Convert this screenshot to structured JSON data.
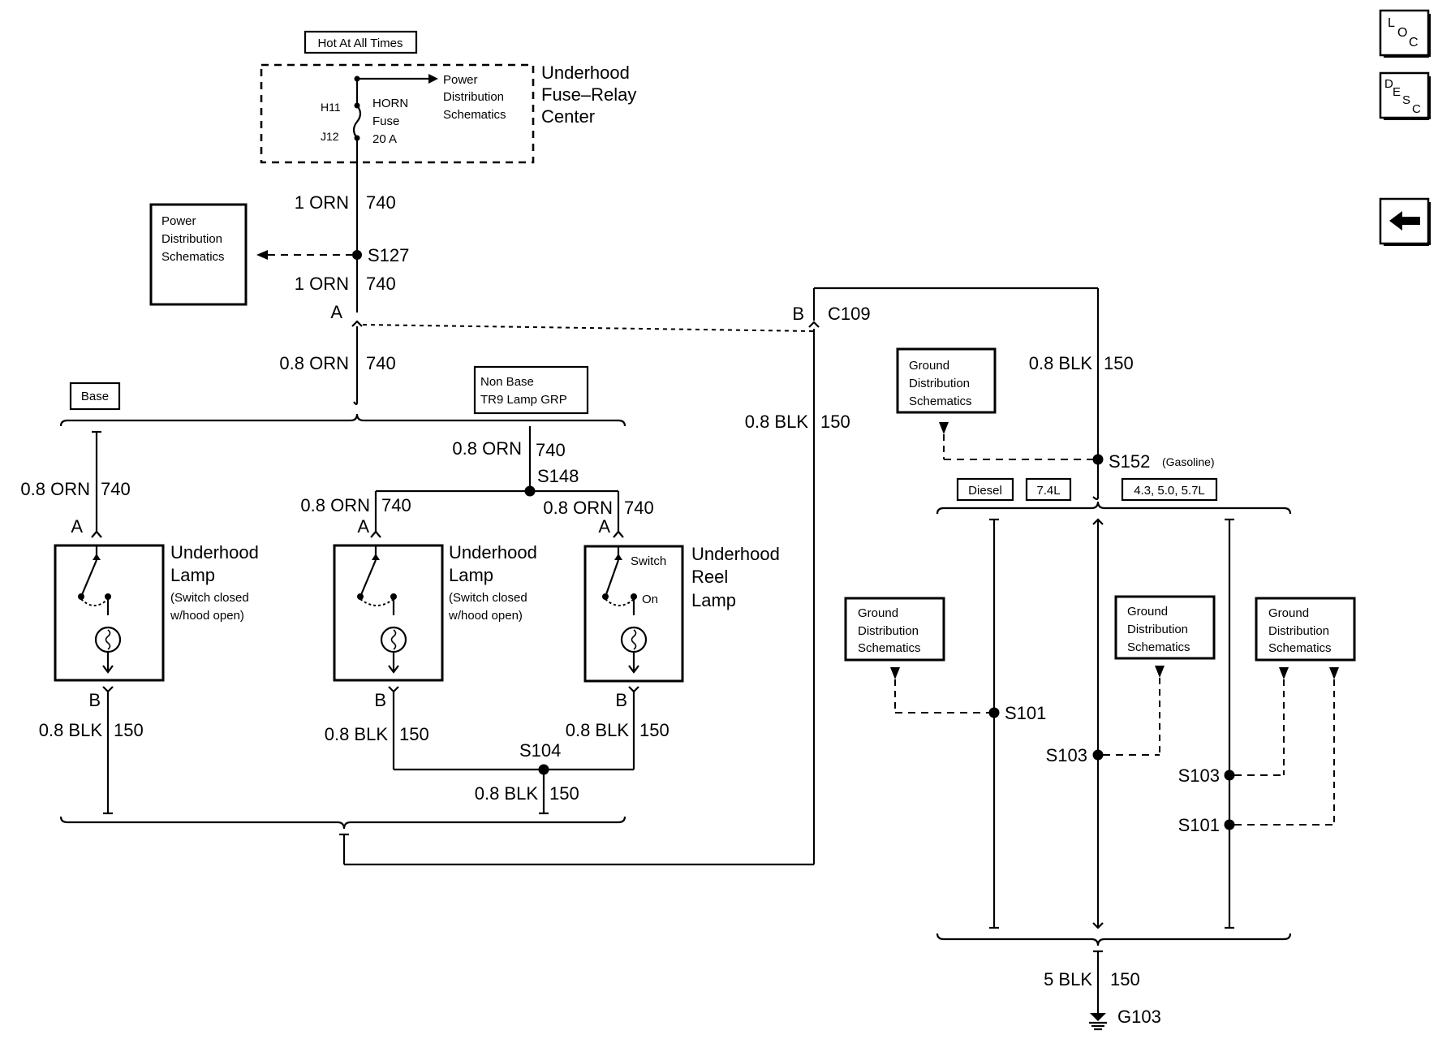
{
  "labels": {
    "hot_at_all_times": "Hot At All Times",
    "power_dist_1": "Power",
    "power_dist_2": "Distribution",
    "power_dist_3": "Schematics",
    "fuse_center_1": "Underhood",
    "fuse_center_2": "Fuse–Relay",
    "fuse_center_3": "Center",
    "h11": "H11",
    "j12": "J12",
    "horn_1": "HORN",
    "horn_2": "Fuse",
    "horn_3": "20 A",
    "base": "Base",
    "nonbase_1": "Non Base",
    "nonbase_2": "TR9 Lamp GRP",
    "ground_1": "Ground",
    "ground_2": "Distribution",
    "ground_3": "Schematics",
    "underhood": "Underhood",
    "lamp": "Lamp",
    "reel": "Reel",
    "switch_note_1": "(Switch closed",
    "switch_note_2": "w/hood open)",
    "switch": "Switch",
    "on": "On",
    "diesel": "Diesel",
    "l74": "7.4L",
    "gas_engines": "4.3, 5.0, 5.7L",
    "gasoline": "(Gasoline)",
    "conn_a": "A",
    "conn_b": "B",
    "c109": "C109",
    "s127": "S127",
    "s148": "S148",
    "s104": "S104",
    "s152": "S152",
    "s101": "S101",
    "s103": "S103",
    "g103": "G103"
  },
  "wires": {
    "orn1_size": "1 ORN",
    "orn08_size": "0.8 ORN",
    "orn_circuit": "740",
    "blk08_size": "0.8 BLK",
    "blk5_size": "5 BLK",
    "blk_circuit": "150"
  },
  "nav": {
    "loc_l": "L",
    "loc_o": "O",
    "loc_c": "C",
    "desc_d": "D",
    "desc_e": "E",
    "desc_s": "S",
    "desc_c": "C"
  }
}
